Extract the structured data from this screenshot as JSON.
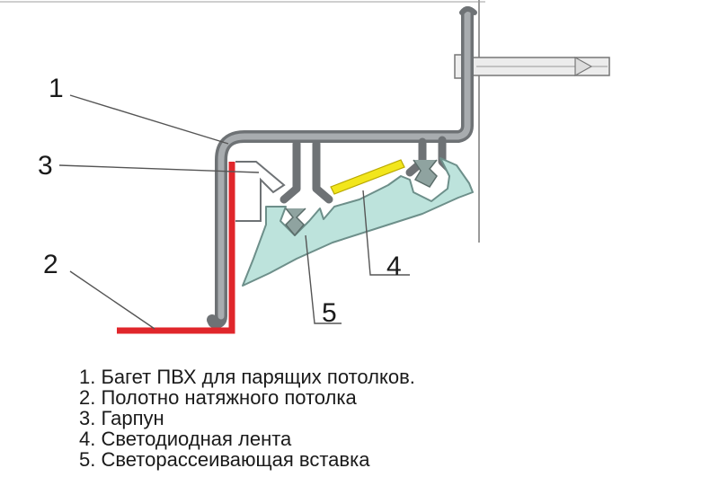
{
  "callouts": {
    "c1": "1",
    "c2": "2",
    "c3": "3",
    "c4": "4",
    "c5": "5"
  },
  "legend": [
    "1. Багет ПВХ для парящих потолков.",
    "2. Полотно натяжного потолка",
    "3. Гарпун",
    "4. Светодиодная лента",
    "5. Светорассеивающая вставка"
  ],
  "colors": {
    "profile": "#6e7275",
    "profile_highlight": "#a8acaf",
    "canvas": "#e0262b",
    "diffuser_fill": "#bde3dc",
    "diffuser_stroke": "#6d8f8a",
    "led": "#f2e61c",
    "screw": "#dddddd"
  }
}
